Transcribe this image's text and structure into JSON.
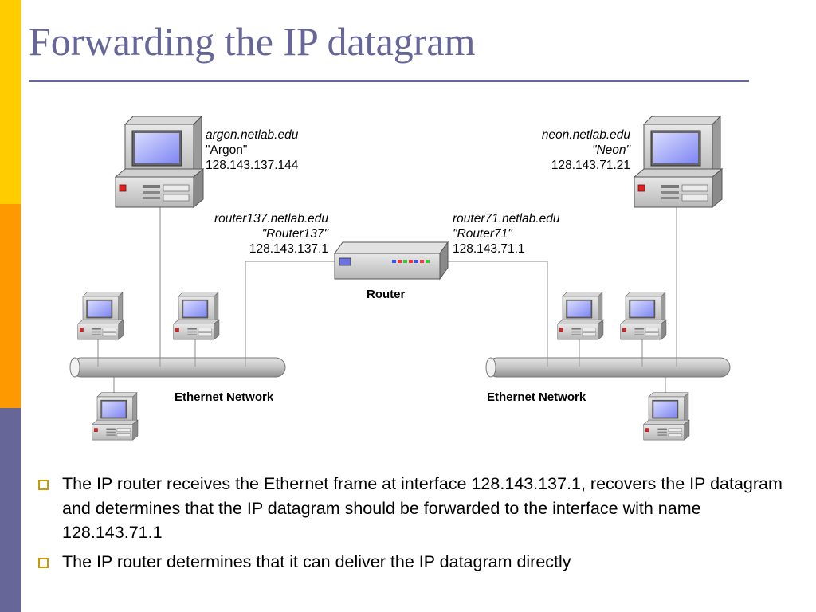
{
  "slide": {
    "title": "Forwarding the IP datagram",
    "accent_colors": {
      "yellow": "#ffcc00",
      "orange": "#ff9900",
      "purple": "#666699"
    }
  },
  "diagram": {
    "hosts": {
      "argon": {
        "name": "argon.netlab.edu",
        "alias": "\"Argon\"",
        "ip": "128.143.137.144"
      },
      "neon": {
        "name": "neon.netlab.edu",
        "alias": "\"Neon\"",
        "ip": "128.143.71.21"
      }
    },
    "router": {
      "label": "Router",
      "left_interface": {
        "name": "router137.netlab.edu",
        "alias": "\"Router137\"",
        "ip": "128.143.137.1"
      },
      "right_interface": {
        "name": "router71.netlab.edu",
        "alias": "\"Router71\"",
        "ip": "128.143.71.1"
      }
    },
    "networks": {
      "left_label": "Ethernet Network",
      "right_label": "Ethernet Network"
    },
    "icons": [
      "desktop-computer-icon",
      "router-icon",
      "ethernet-cable-icon"
    ]
  },
  "bullets": [
    "The IP router receives the Ethernet frame at interface 128.143.137.1, recovers the IP datagram and determines that the IP datagram should be forwarded to the interface with name 128.143.71.1",
    "The IP router determines that it can deliver the IP datagram directly"
  ]
}
